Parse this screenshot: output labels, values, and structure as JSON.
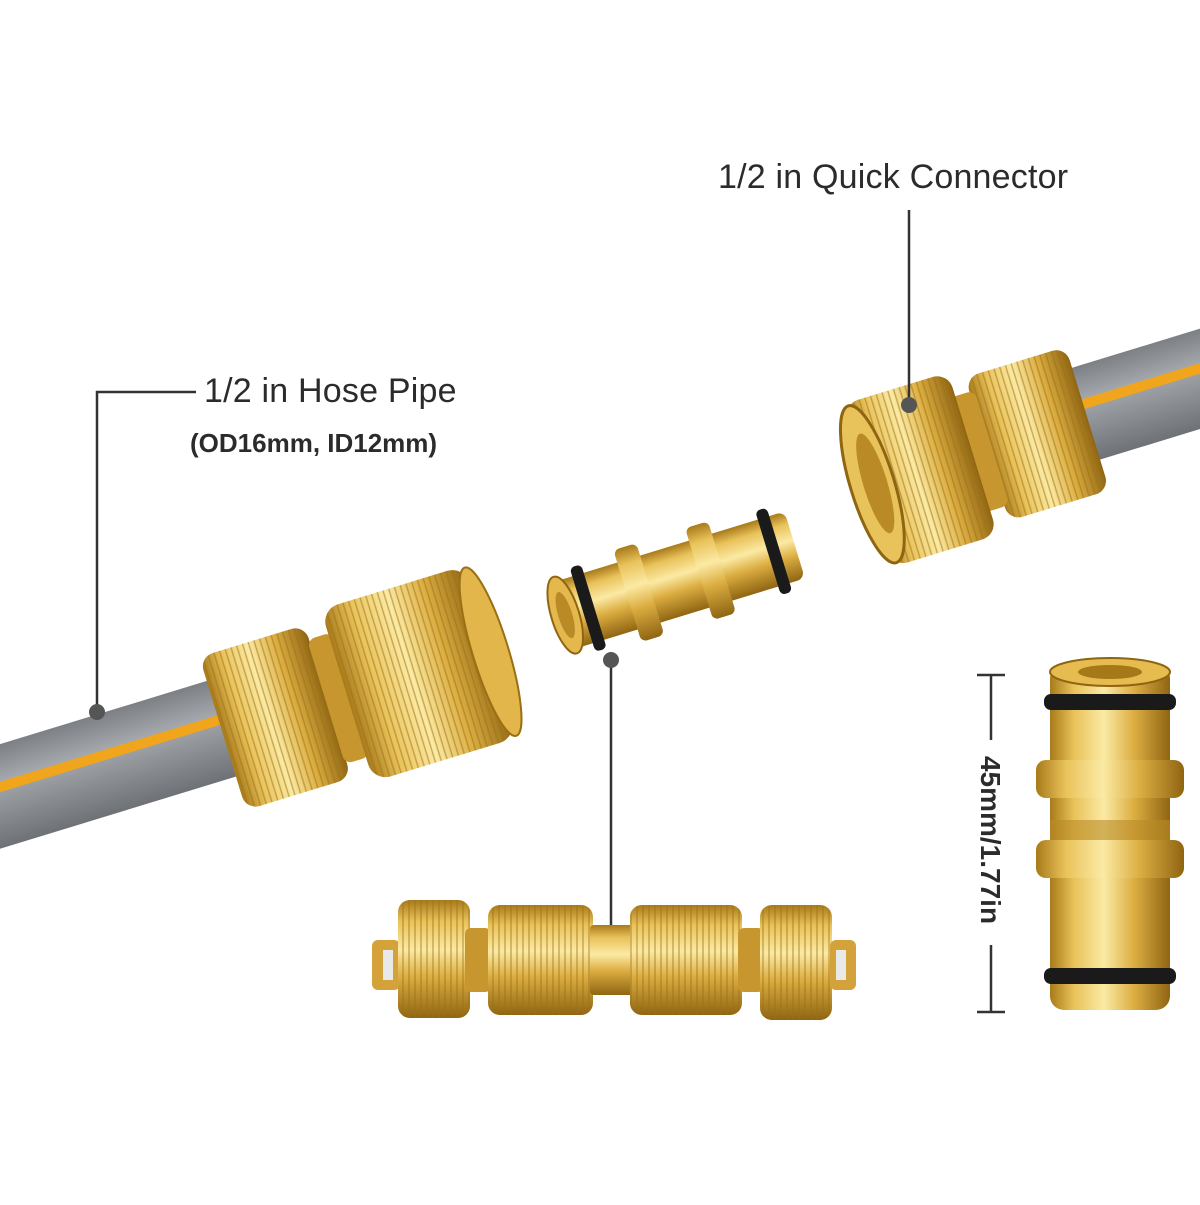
{
  "labels": {
    "hose_pipe": "1/2 in Hose Pipe",
    "hose_pipe_spec": "(OD16mm, ID12mm)",
    "quick_connector": "1/2 in Quick Connector",
    "dimension": "45mm/1.77in"
  },
  "colors": {
    "brass_light": "#f4dc86",
    "brass_mid": "#d9aa3c",
    "brass_dark": "#a87a1a",
    "hose_gray": "#8f9296",
    "hose_stripe": "#f0a51c",
    "oring": "#1a1a1a",
    "callout_line": "#333333"
  }
}
